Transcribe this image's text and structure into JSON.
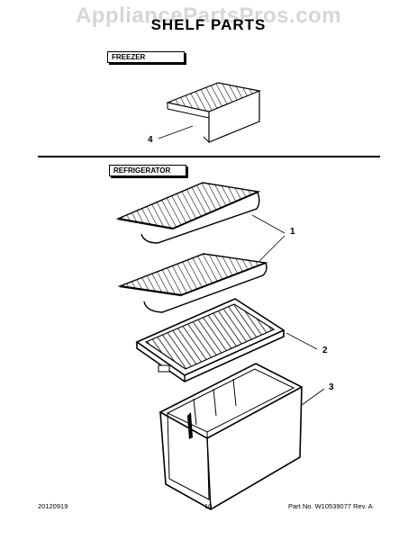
{
  "watermark": "AppliancePartsPros.com",
  "title": "SHELF PARTS",
  "sections": {
    "freezer": "FREEZER",
    "refrigerator": "REFRIGERATOR"
  },
  "callouts": {
    "c1": "1",
    "c2": "2",
    "c3": "3",
    "c4": "4"
  },
  "footer": {
    "date": "20120919",
    "page": "10",
    "part": "Part No. W10539077 Rev. A"
  }
}
